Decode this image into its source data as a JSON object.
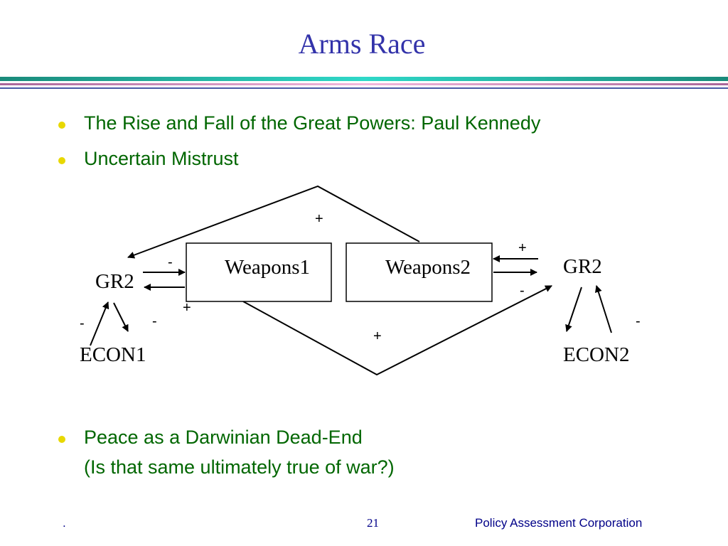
{
  "slide": {
    "title": "Arms Race",
    "bullets_top": [
      "The Rise and Fall of the Great Powers: Paul Kennedy",
      "Uncertain Mistrust"
    ],
    "bullet_bottom": {
      "line1": "Peace as a Darwinian Dead-End",
      "line2": "(Is that same ultimately true of war?)"
    },
    "colors": {
      "title": "#3333aa",
      "text": "#006600",
      "bullet": "#e8d800",
      "rule_teal": "#1a8a7a",
      "rule_pink": "#cc6699"
    }
  },
  "diagram": {
    "nodes": {
      "weapons1": "Weapons1",
      "weapons2": "Weapons2",
      "gr_left": "GR2",
      "gr_right": "GR2",
      "econ1": "ECON1",
      "econ2": "ECON2"
    },
    "signs": {
      "top_loop": "+",
      "gr2_to_weapons2": "+",
      "weapons2_to_gr2": "-",
      "gr_left_to_weapons1": "-",
      "weapons1_to_gr_left": "+",
      "bottom_loop": "+",
      "econ1_to_gr": "-",
      "gr_to_econ1": "-",
      "econ2_to_gr": "-"
    }
  },
  "footer": {
    "left": ".",
    "page": "21",
    "organization": "Policy Assessment Corporation"
  }
}
